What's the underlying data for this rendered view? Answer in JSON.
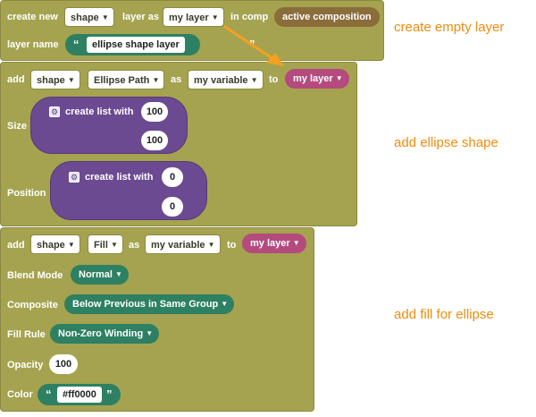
{
  "block1": {
    "create_new": "create new",
    "type_value": "shape",
    "layer_as": "layer as",
    "var_value": "my layer",
    "in_comp": "in comp",
    "comp_value": "active composition",
    "layer_name_label": "layer name",
    "layer_name_value": "ellipse shape layer"
  },
  "block2": {
    "add": "add",
    "type_value": "shape",
    "prop_value": "Ellipse Path",
    "as": "as",
    "var_value": "my variable",
    "to": "to",
    "target_value": "my layer",
    "size_label": "Size",
    "position_label": "Position",
    "size_list_label": "create list with",
    "size_values": [
      "100",
      "100"
    ],
    "pos_list_label": "create list with",
    "pos_values": [
      "0",
      "0"
    ]
  },
  "block3": {
    "add": "add",
    "type_value": "shape",
    "prop_value": "Fill",
    "as": "as",
    "var_value": "my variable",
    "to": "to",
    "target_value": "my layer",
    "blend_label": "Blend Mode",
    "blend_value": "Normal",
    "composite_label": "Composite",
    "composite_value": "Below Previous in Same Group",
    "fill_rule_label": "Fill Rule",
    "fill_rule_value": "Non-Zero Winding",
    "opacity_label": "Opacity",
    "opacity_value": "100",
    "color_label": "Color",
    "color_value": "#ff0000"
  },
  "annotations": {
    "create_empty": "create empty layer",
    "add_ellipse": "add ellipse shape",
    "add_fill": "add fill for ellipse"
  },
  "colors": {
    "block": "#a5a350",
    "teal": "#2e8063",
    "pink": "#b54a7e",
    "purple": "#6b4a91",
    "annotation": "#f08c0c"
  },
  "icons": {
    "dropdown": "chevron-down-icon",
    "gear": "gear-icon",
    "quote_open": "quote-open-icon",
    "quote_close": "quote-close-icon",
    "arrow": "arrow-icon"
  }
}
